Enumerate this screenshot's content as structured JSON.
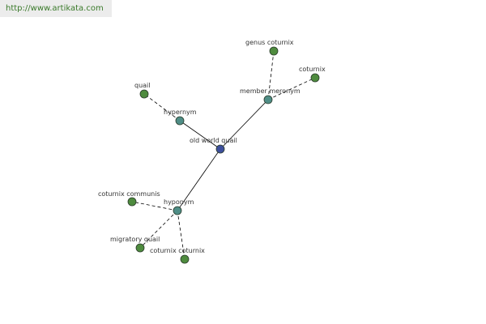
{
  "watermark": {
    "text": "http://www.artikata.com"
  },
  "graph": {
    "colors": {
      "center_node": "#3d4f9c",
      "relation_node": "#4f8d86",
      "leaf_node": "#4e8b3e",
      "node_stroke": "#2a3a2a",
      "edge": "#000000",
      "label": "#333333"
    },
    "nodes": [
      {
        "id": "center",
        "label": "old world quail",
        "kind": "center"
      },
      {
        "id": "hypernym",
        "label": "hypernym",
        "kind": "relation"
      },
      {
        "id": "meronym",
        "label": "member meronym",
        "kind": "relation"
      },
      {
        "id": "hyponym",
        "label": "hyponym",
        "kind": "relation"
      },
      {
        "id": "quail",
        "label": "quail",
        "kind": "leaf"
      },
      {
        "id": "genus",
        "label": "genus coturnix",
        "kind": "leaf"
      },
      {
        "id": "coturnix",
        "label": "coturnix",
        "kind": "leaf"
      },
      {
        "id": "communis",
        "label": "coturnix communis",
        "kind": "leaf"
      },
      {
        "id": "migratory",
        "label": "migratory quail",
        "kind": "leaf"
      },
      {
        "id": "cotcot",
        "label": "coturnix coturnix",
        "kind": "leaf"
      }
    ],
    "edges": [
      {
        "from": "center",
        "to": "hypernym",
        "style": "solid"
      },
      {
        "from": "center",
        "to": "meronym",
        "style": "solid"
      },
      {
        "from": "center",
        "to": "hyponym",
        "style": "solid"
      },
      {
        "from": "hypernym",
        "to": "quail",
        "style": "dashed"
      },
      {
        "from": "meronym",
        "to": "genus",
        "style": "dashed"
      },
      {
        "from": "meronym",
        "to": "coturnix",
        "style": "dashed"
      },
      {
        "from": "hyponym",
        "to": "communis",
        "style": "dashed"
      },
      {
        "from": "hyponym",
        "to": "migratory",
        "style": "dashed"
      },
      {
        "from": "hyponym",
        "to": "cotcot",
        "style": "dashed"
      }
    ]
  }
}
